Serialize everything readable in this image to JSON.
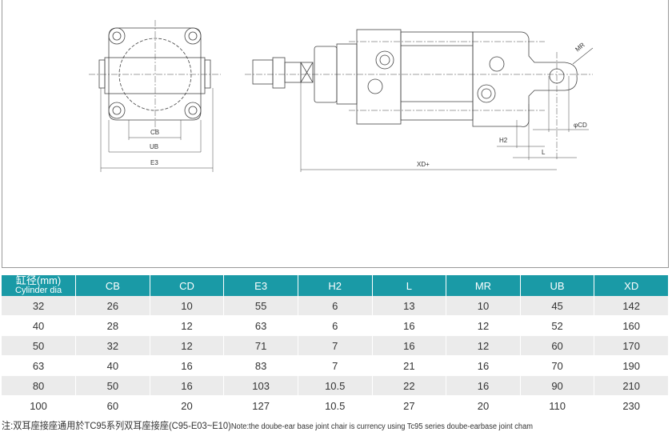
{
  "drawing": {
    "labels": {
      "cb": "CB",
      "ub": "UB",
      "e3": "E3",
      "mr": "MR",
      "cd": "φCD",
      "h2": "H2",
      "l": "L",
      "xd": "XD+"
    }
  },
  "table": {
    "header_first": {
      "cn": "缸径(mm)",
      "en": "Cylinder dia"
    },
    "headers": [
      "CB",
      "CD",
      "E3",
      "H2",
      "L",
      "MR",
      "UB",
      "XD"
    ],
    "rows": [
      [
        "32",
        "26",
        "10",
        "55",
        "6",
        "13",
        "10",
        "45",
        "142"
      ],
      [
        "40",
        "28",
        "12",
        "63",
        "6",
        "16",
        "12",
        "52",
        "160"
      ],
      [
        "50",
        "32",
        "12",
        "71",
        "7",
        "16",
        "12",
        "60",
        "170"
      ],
      [
        "63",
        "40",
        "16",
        "83",
        "7",
        "21",
        "16",
        "70",
        "190"
      ],
      [
        "80",
        "50",
        "16",
        "103",
        "10.5",
        "22",
        "16",
        "90",
        "210"
      ],
      [
        "100",
        "60",
        "20",
        "127",
        "10.5",
        "27",
        "20",
        "110",
        "230"
      ]
    ]
  },
  "note": {
    "cn": "注:双耳座接座通用於TC95系列双耳座接座(C95-E03~E10)",
    "en": "Note:the doube-ear base joint chair is currency using Tc95 series doube-earbase joint cham"
  },
  "colors": {
    "header": "#1a9aa6",
    "row_alt": "#ebebeb"
  }
}
